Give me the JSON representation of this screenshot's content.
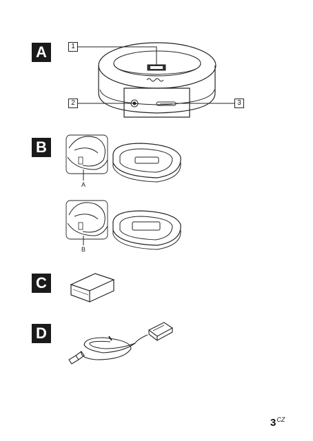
{
  "sections": {
    "a": "A",
    "b": "B",
    "c": "C",
    "d": "D"
  },
  "callouts": {
    "one": "1",
    "two": "2",
    "three": "3"
  },
  "adapter_labels": {
    "a": "A",
    "b": "B"
  },
  "page": {
    "number": "3",
    "suffix": "CZ"
  }
}
